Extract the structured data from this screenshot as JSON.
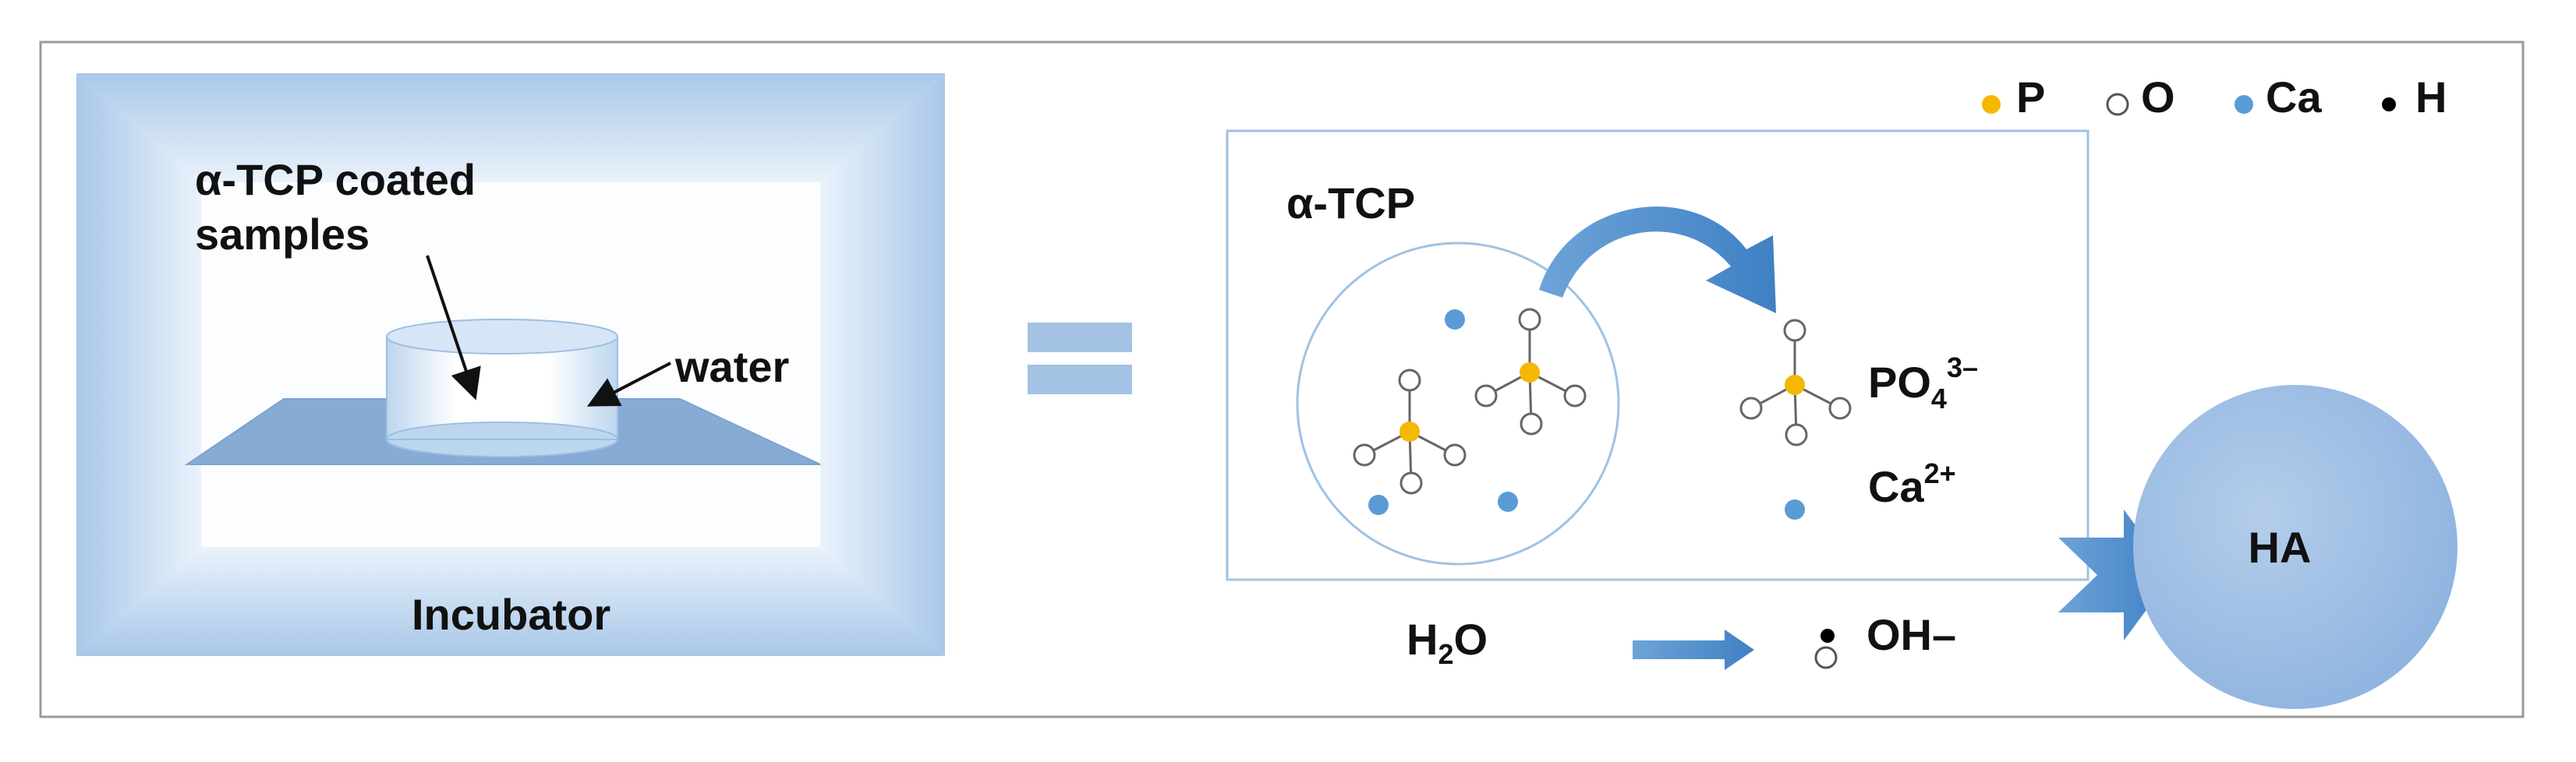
{
  "legend": {
    "p": "P",
    "o": "O",
    "ca": "Ca",
    "h": "H"
  },
  "incubator": {
    "label": "Incubator",
    "sample_line1": "α-TCP coated",
    "sample_line2": "samples",
    "water": "water"
  },
  "reaction": {
    "tcp_label": "α-TCP",
    "phosphate_base": "PO",
    "phosphate_sub": "4",
    "phosphate_sup": "3–",
    "calcium_base": "Ca",
    "calcium_sup": "2+",
    "water_h": "H",
    "water_sub": "2",
    "water_o": "O",
    "hydroxide": "OH–",
    "product": "HA"
  },
  "colors": {
    "phosphorus": "#f5b800",
    "oxygen": "#ffffff",
    "calcium": "#5b9bd5",
    "hydrogen": "#000000",
    "accent_blue": "#4f8fcf",
    "ha_circle": "#a6c3e6",
    "panel_frame": "#9fc2e4"
  },
  "icons": {
    "equals": "equals-sign-icon",
    "curved_arrow": "curved-arrow-icon",
    "straight_arrow": "right-arrow-icon",
    "big_arrow": "big-right-arrow-icon"
  }
}
